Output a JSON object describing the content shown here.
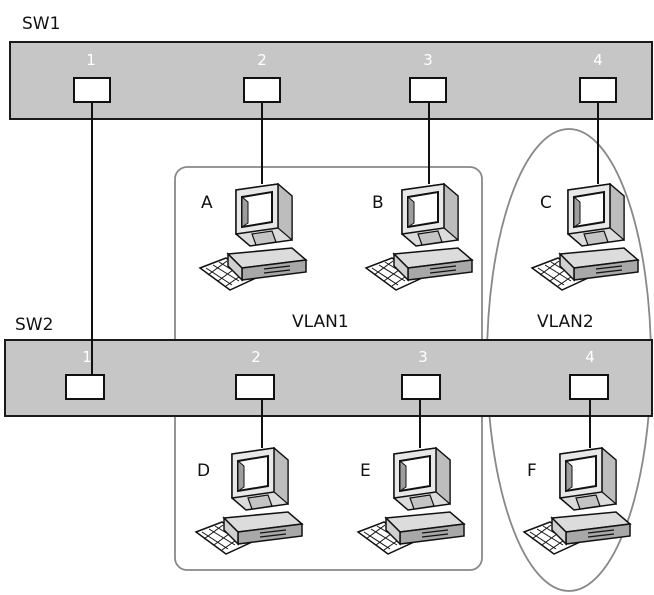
{
  "switches": {
    "sw1": {
      "label": "SW1",
      "ports": [
        "1",
        "2",
        "3",
        "4"
      ]
    },
    "sw2": {
      "label": "SW2",
      "ports": [
        "1",
        "2",
        "3",
        "4"
      ]
    }
  },
  "computers": {
    "a": {
      "label": "A",
      "icon": "computer-icon"
    },
    "b": {
      "label": "B",
      "icon": "computer-icon"
    },
    "c": {
      "label": "C",
      "icon": "computer-icon"
    },
    "d": {
      "label": "D",
      "icon": "computer-icon"
    },
    "e": {
      "label": "E",
      "icon": "computer-icon"
    },
    "f": {
      "label": "F",
      "icon": "computer-icon"
    }
  },
  "vlans": {
    "vlan1": {
      "label": "VLAN1"
    },
    "vlan2": {
      "label": "VLAN2"
    }
  },
  "colors": {
    "switch_fill": "#c6c6c6",
    "vlan_outline": "#888888",
    "port_number": "#ffffff"
  }
}
